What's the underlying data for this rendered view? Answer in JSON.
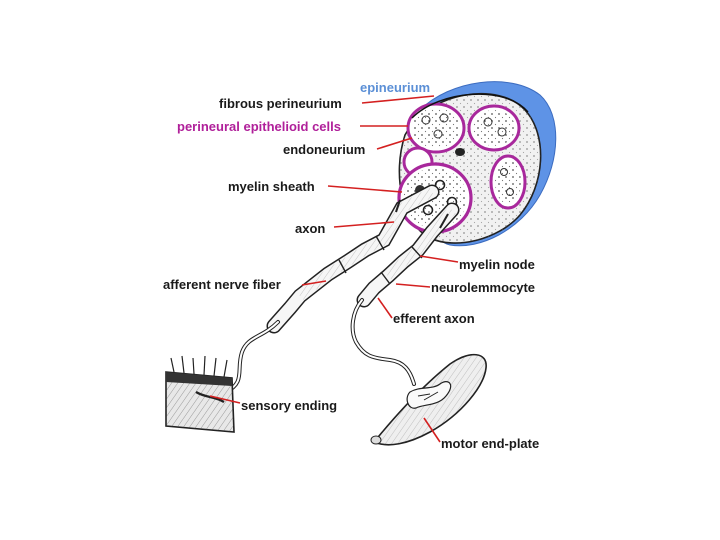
{
  "labels": {
    "epineurium": "epineurium",
    "fibrous_perineurium": "fibrous perineurium",
    "perineural_epithelioid_cells": "perineural epithelioid cells",
    "endoneurium": "endoneurium",
    "myelin_sheath": "myelin sheath",
    "axon": "axon",
    "afferent_nerve_fiber": "afferent nerve fiber",
    "myelin_node": "myelin node",
    "neurolemmocyte": "neurolemmocyte",
    "efferent_axon": "efferent axon",
    "sensory_ending": "sensory ending",
    "motor_end_plate": "motor end-plate"
  },
  "colors": {
    "epineurium_label": "#5b8fd6",
    "epineurium_fill": "#5e93e6",
    "perineural_label": "#b0209a",
    "perineural_outline": "#a8289c",
    "leader_line": "#d42020",
    "label_text": "#1a1a1a",
    "outline": "#222222"
  }
}
